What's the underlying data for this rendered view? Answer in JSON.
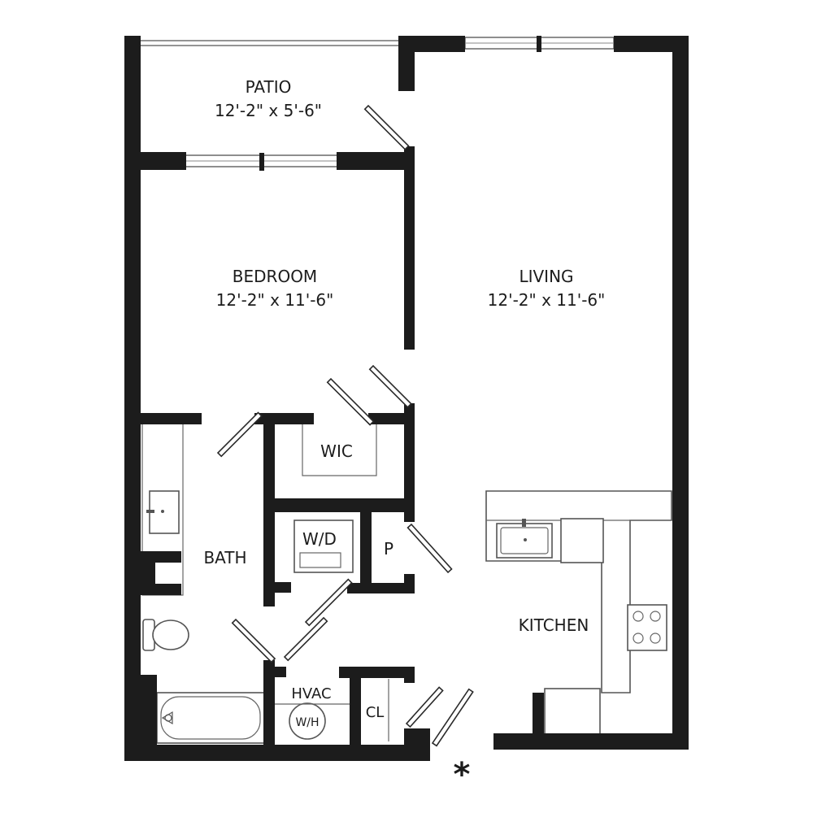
{
  "colors": {
    "wall": "#1c1c1c",
    "fixture_stroke": "#555555",
    "background": "#ffffff"
  },
  "rooms": {
    "patio": {
      "name": "PATIO",
      "dims": "12'-2\" x 5'-6\""
    },
    "bedroom": {
      "name": "BEDROOM",
      "dims": "12'-2\" x 11'-6\""
    },
    "living": {
      "name": "LIVING",
      "dims": "12'-2\" x 11'-6\""
    },
    "wic": {
      "name": "WIC"
    },
    "wd": {
      "name": "W/D"
    },
    "pantry": {
      "name": "P"
    },
    "bath": {
      "name": "BATH"
    },
    "kitchen": {
      "name": "KITCHEN"
    },
    "hvac": {
      "name": "HVAC"
    },
    "water_heater": {
      "name": "W/H"
    },
    "closet": {
      "name": "CL"
    }
  },
  "entry_marker": "*"
}
